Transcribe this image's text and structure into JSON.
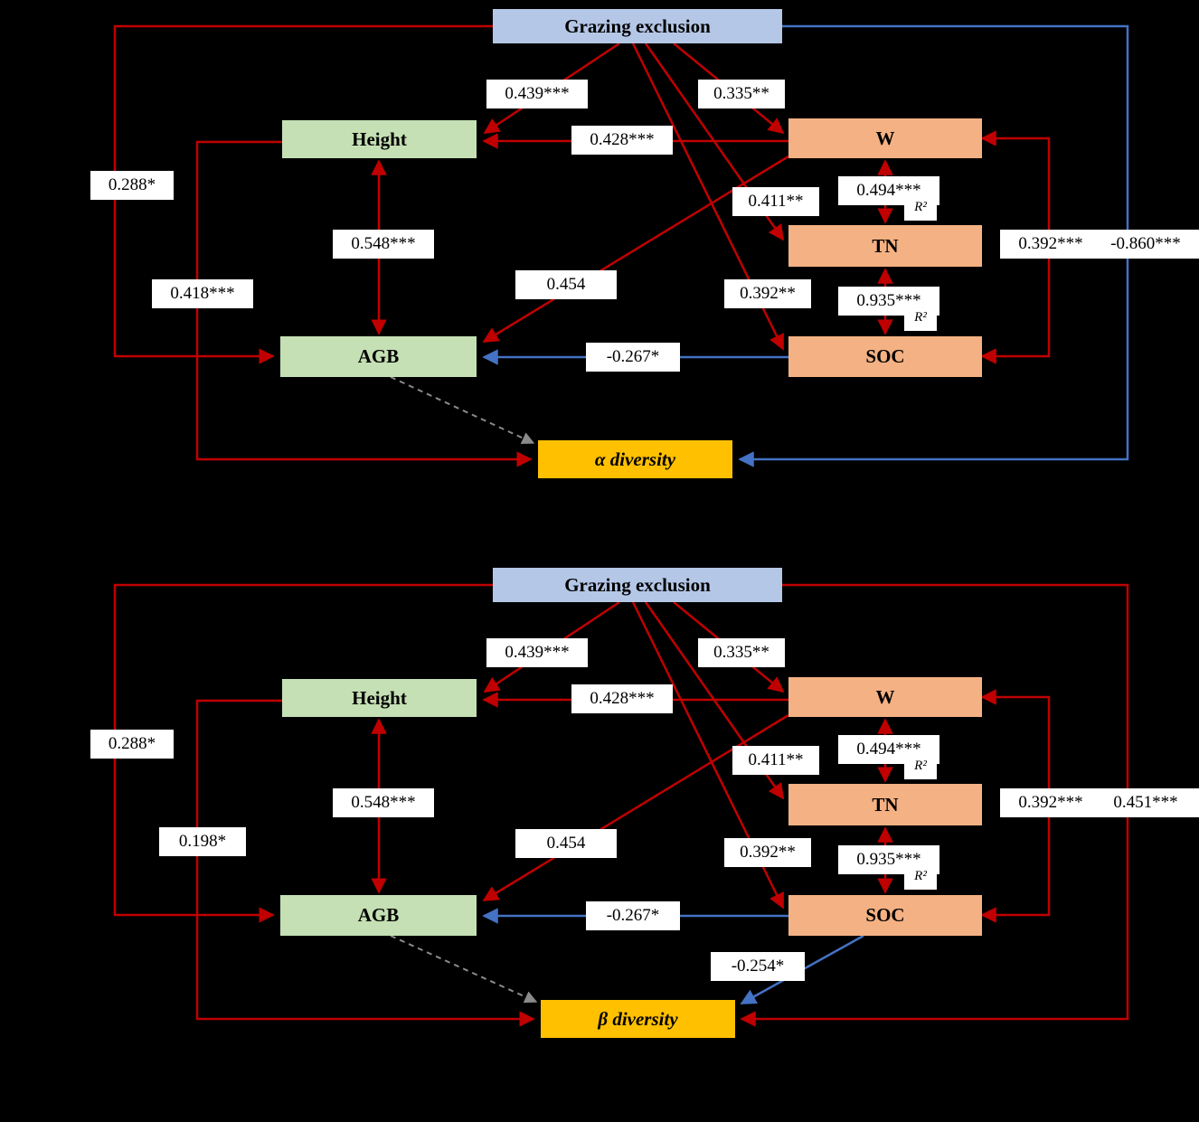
{
  "figure": {
    "description": "Structural equation model diagrams",
    "colors": {
      "positive_path": "#c00000",
      "negative_path": "#4472c4",
      "nonsignificant_path": "#8a8a8a",
      "node_exclusion": "#b4c7e7",
      "node_plant": "#c5e0b4",
      "node_soil": "#f4b183",
      "node_diversity": "#ffc000"
    }
  },
  "panel_a": {
    "nodes": {
      "grazing": "Grazing exclusion",
      "height": "Height",
      "w": "W",
      "tn": "TN",
      "soc": "SOC",
      "agb": "AGB",
      "diversity": "α diversity"
    },
    "coefficients": {
      "ge_height": "0.439***",
      "ge_w": "0.335**",
      "w_height": "0.428***",
      "ge_tn": "0.411**",
      "w_tn": "0.494***",
      "r2_tn": "R²",
      "height_agb": "0.548***",
      "w_agb": "0.454",
      "ge_soc": "0.392**",
      "tn_soc": "0.935***",
      "r2_soc": "R²",
      "w_soc": "0.392***",
      "ge_diversity": "-0.860***",
      "ge_agb": "0.288*",
      "height_diversity": "0.418***",
      "soc_agb": "-0.267*"
    }
  },
  "panel_b": {
    "nodes": {
      "grazing": "Grazing exclusion",
      "height": "Height",
      "w": "W",
      "tn": "TN",
      "soc": "SOC",
      "agb": "AGB",
      "diversity": "β diversity"
    },
    "coefficients": {
      "ge_height": "0.439***",
      "ge_w": "0.335**",
      "w_height": "0.428***",
      "ge_tn": "0.411**",
      "w_tn": "0.494***",
      "r2_tn": "R²",
      "height_agb": "0.548***",
      "w_agb": "0.454",
      "ge_soc": "0.392**",
      "tn_soc": "0.935***",
      "r2_soc": "R²",
      "w_soc": "0.392***",
      "ge_diversity": "0.451***",
      "ge_agb": "0.288*",
      "height_diversity": "0.198*",
      "soc_agb": "-0.267*",
      "soc_diversity": "-0.254*"
    }
  }
}
